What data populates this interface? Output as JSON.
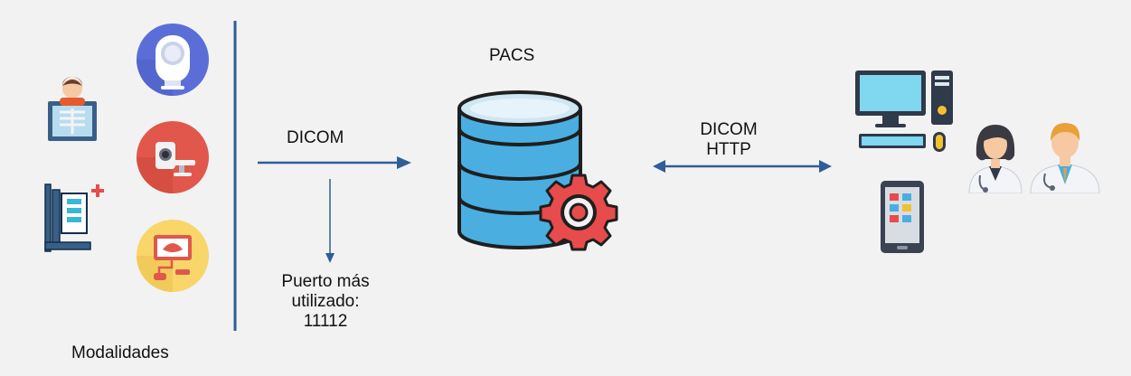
{
  "diagram": {
    "modalities_label": "Modalidades",
    "left_protocol_label": "DICOM",
    "port_label_line1": "Puerto más",
    "port_label_line2": "utilizado:",
    "port_label_line3": "11112",
    "server_label": "PACS",
    "right_protocol_line1": "DICOM",
    "right_protocol_line2": "HTTP"
  },
  "icons": {
    "xray_patient": "x-ray-patient-icon",
    "medical_equipment": "medical-equipment-icon",
    "mri_scanner": "mri-scanner-icon",
    "ct_scanner": "ct-scanner-icon",
    "ultrasound": "ultrasound-icon",
    "database": "database-icon",
    "gear": "gear-icon",
    "desktop_computer": "desktop-computer-icon",
    "tablet": "tablet-icon",
    "female_doctor": "female-doctor-icon",
    "male_doctor": "male-doctor-icon"
  },
  "colors": {
    "background": "#f2f2f2",
    "accent_blue": "#3a6fa8",
    "arrow_blue": "#2f5d96",
    "database_blue": "#4aaee0",
    "gear_red": "#e84b4b",
    "mri_purple": "#5b6ed8",
    "ct_red": "#e2574c",
    "ultrasound_yellow": "#f8d66a"
  }
}
